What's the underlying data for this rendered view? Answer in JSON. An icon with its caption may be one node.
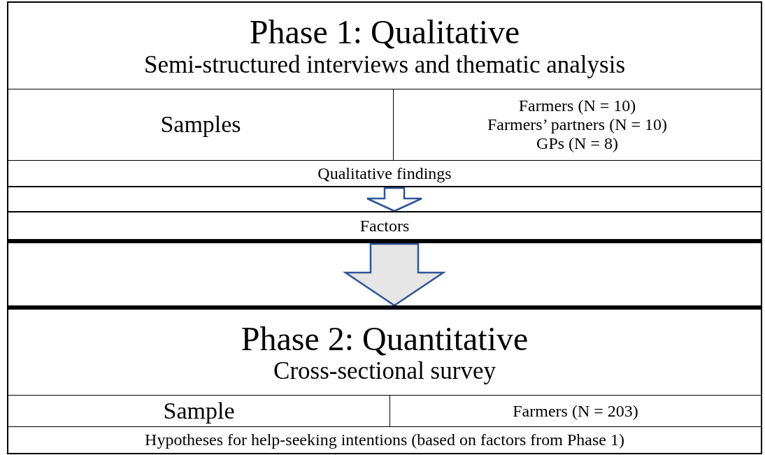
{
  "diagram": {
    "nodes": [
      {
        "text": [
          "Phase 1: Qualitative",
          "Semi-structured interviews and thematic analysis"
        ]
      },
      {
        "text": [
          "Samples"
        ]
      },
      {
        "text": [
          "Farmers (N = 10)",
          "Farmers’ partners (N = 10)",
          "GPs (N = 8)"
        ]
      },
      {
        "text": [
          "Qualitative findings"
        ]
      },
      {
        "text": [
          "Factors"
        ]
      },
      {
        "text": [
          "Phase 2: Quantitative",
          "Cross-sectional survey"
        ]
      },
      {
        "text": [
          "Sample"
        ]
      },
      {
        "text": [
          "Farmers (N = 203)"
        ]
      },
      {
        "text": [
          "Hypotheses for help-seeking intentions (based on factors from Phase 1)"
        ]
      }
    ],
    "edges": [
      {
        "from": 3,
        "to": 4,
        "arrow": "to"
      },
      {
        "from": 4,
        "to": 5,
        "arrow": "to",
        "style": "thick"
      }
    ]
  }
}
